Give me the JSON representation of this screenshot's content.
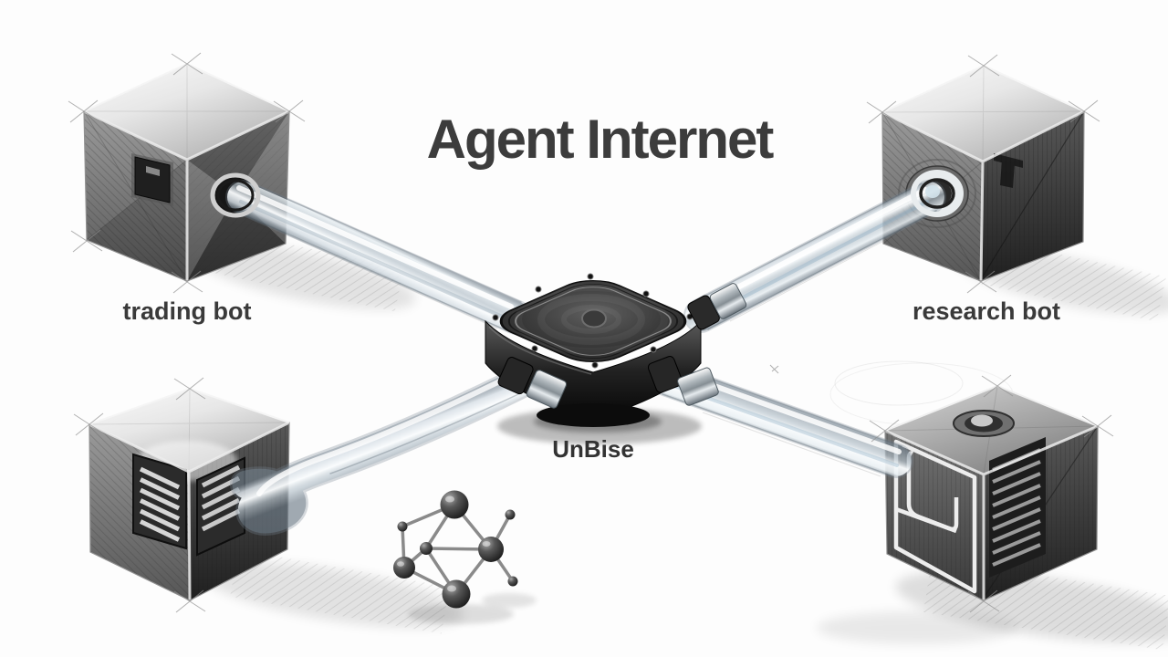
{
  "title": "Agent Internet",
  "hub": {
    "label": "UnBise",
    "icon": "junction-hub"
  },
  "agents": {
    "top_left": {
      "label": "trading bot",
      "icon": "trading-bot-cube"
    },
    "top_right": {
      "label": "research bot",
      "icon": "research-bot-cube"
    },
    "bottom_left": {
      "icon": "vent-cube"
    },
    "bottom_right": {
      "icon": "knob-cube"
    }
  },
  "figures": {
    "connector_icon": "glass-tube",
    "decoration_icon": "molecule-network"
  },
  "colors": {
    "background": "#fdfdfd",
    "text": "#3a3a3a",
    "tube_glass": "#d7e0e6",
    "metal_light": "#ededed",
    "metal_dark": "#1c1c1c"
  }
}
